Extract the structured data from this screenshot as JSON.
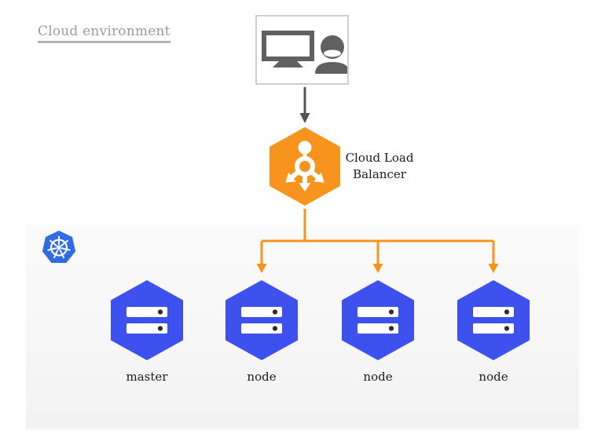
{
  "title": "Cloud environment",
  "user_box": {
    "icon": "user-workstation-icon"
  },
  "load_balancer": {
    "label": "Cloud Load Balancer",
    "icon": "load-balancer-icon"
  },
  "cluster": {
    "icon": "kubernetes-icon",
    "nodes": [
      {
        "label": "master",
        "icon": "server-icon",
        "has_incoming_arrow": false
      },
      {
        "label": "node",
        "icon": "server-icon",
        "has_incoming_arrow": true
      },
      {
        "label": "node",
        "icon": "server-icon",
        "has_incoming_arrow": true
      },
      {
        "label": "node",
        "icon": "server-icon",
        "has_incoming_arrow": true
      }
    ]
  },
  "colors": {
    "load_balancer_orange": "#F7941E",
    "connector_orange": "#F7941E",
    "node_blue": "#3D51EF",
    "kubernetes_blue": "#326CE5",
    "icon_gray": "#606060",
    "arrow_gray": "#555555",
    "title_gray": "#9B9B9B",
    "panel_gray": "#F4F4F4"
  }
}
